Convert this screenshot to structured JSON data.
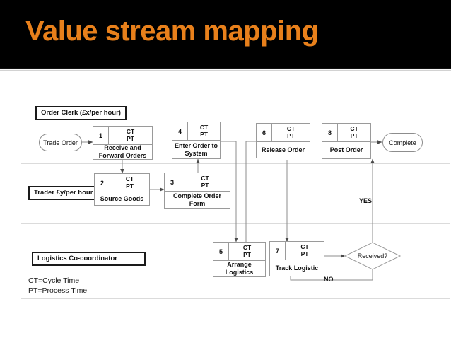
{
  "slide": {
    "title": "Value stream mapping",
    "title_color": "#E8801B",
    "banner_color": "#000000"
  },
  "lanes": [
    {
      "id": "order-clerk",
      "label": "Order Clerk (£x/per hour)"
    },
    {
      "id": "trader",
      "label": "Trader £y/per hour"
    },
    {
      "id": "logistics",
      "label": "Logistics Co-coordinator"
    }
  ],
  "terminators": [
    {
      "id": "start",
      "label": "Trade Order"
    },
    {
      "id": "end",
      "label": "Complete"
    }
  ],
  "process_boxes": [
    {
      "num": "1",
      "ct": "CT",
      "pt": "PT",
      "name": "Receive and Forward Orders",
      "lane": "order-clerk"
    },
    {
      "num": "2",
      "ct": "CT",
      "pt": "PT",
      "name": "Source Goods",
      "lane": "trader"
    },
    {
      "num": "3",
      "ct": "CT",
      "pt": "PT",
      "name": "Complete Order Form",
      "lane": "trader"
    },
    {
      "num": "4",
      "ct": "CT",
      "pt": "PT",
      "name": "Enter Order to System",
      "lane": "order-clerk"
    },
    {
      "num": "5",
      "ct": "CT",
      "pt": "PT",
      "name": "Arrange Logistics",
      "lane": "logistics"
    },
    {
      "num": "6",
      "ct": "CT",
      "pt": "PT",
      "name": "Release Order",
      "lane": "order-clerk"
    },
    {
      "num": "7",
      "ct": "CT",
      "pt": "PT",
      "name": "Track Logistic",
      "lane": "logistics"
    },
    {
      "num": "8",
      "ct": "CT",
      "pt": "PT",
      "name": "Post Order",
      "lane": "order-clerk"
    }
  ],
  "decision": {
    "label": "Received?"
  },
  "branches": {
    "yes": "YES",
    "no": "NO"
  },
  "legend": {
    "line1": "CT=Cycle Time",
    "line2": "PT=Process Time"
  }
}
